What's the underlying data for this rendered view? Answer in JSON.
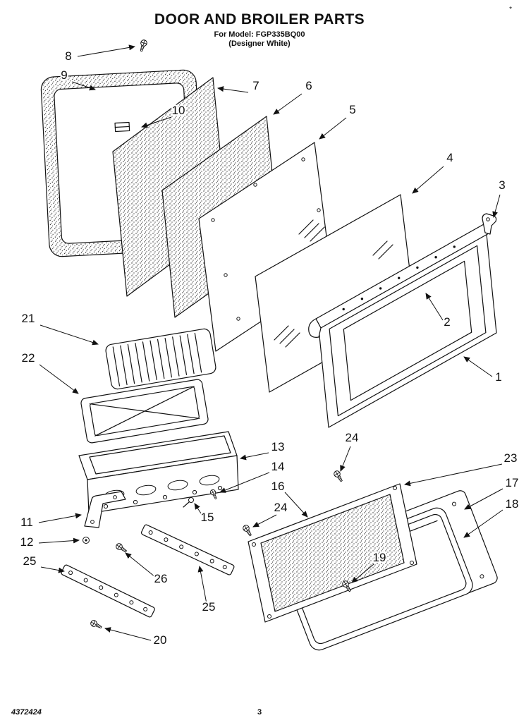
{
  "header": {
    "title": "DOOR AND BROILER PARTS",
    "model_line": "For Model: FGP335BQ00",
    "color_line": "(Designer White)"
  },
  "corner_mark": "*",
  "footer": {
    "doc_number": "4372424",
    "page_number": "3"
  },
  "callouts": {
    "c1": "1",
    "c2": "2",
    "c3": "3",
    "c4": "4",
    "c5": "5",
    "c6": "6",
    "c7": "7",
    "c8": "8",
    "c9": "9",
    "c10": "10",
    "c11": "11",
    "c12": "12",
    "c13": "13",
    "c14": "14",
    "c15": "15",
    "c16": "16",
    "c17": "17",
    "c18": "18",
    "c19": "19",
    "c20": "20",
    "c21": "21",
    "c22": "22",
    "c23": "23",
    "c24a": "24",
    "c24b": "24",
    "c25a": "25",
    "c25b": "25",
    "c26": "26"
  }
}
